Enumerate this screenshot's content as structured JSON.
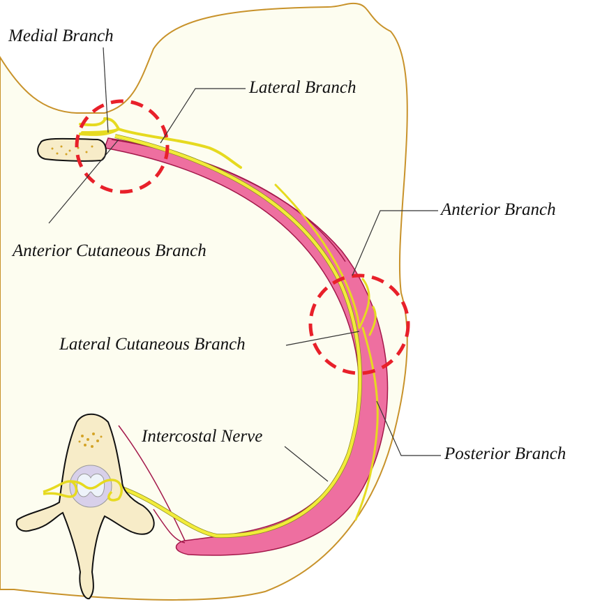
{
  "labels": {
    "medial_branch": "Medial Branch",
    "lateral_branch": "Lateral Branch",
    "anterior_branch": "Anterior Branch",
    "anterior_cutaneous_branch": "Anterior Cutaneous Branch",
    "lateral_cutaneous_branch": "Lateral Cutaneous Branch",
    "intercostal_nerve": "Intercostal Nerve",
    "posterior_branch": "Posterior Branch"
  },
  "colors": {
    "skin": "#fdfdf0",
    "skin_outline": "#c8922a",
    "rib": "#ee6fa0",
    "rib_outline": "#a3184a",
    "nerve": "#f2ec3a",
    "bone": "#f7ecc8",
    "spinal_cord": "#d8d0ea",
    "highlight_circle": "#e8202a"
  }
}
